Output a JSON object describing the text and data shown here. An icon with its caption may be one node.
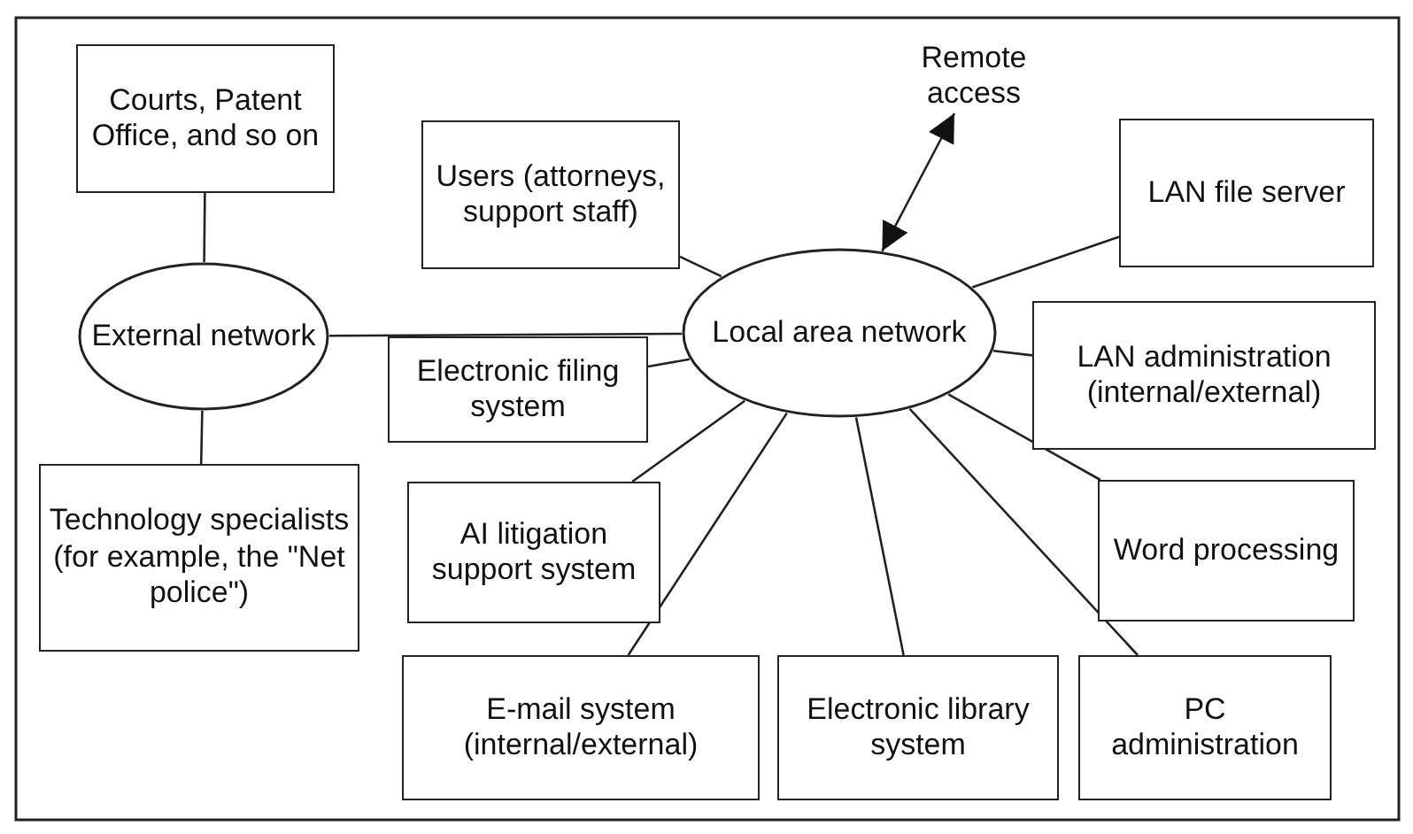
{
  "diagram": {
    "nodes": [
      {
        "text": [
          "Courts, Patent Office, and so on"
        ]
      },
      {
        "text": [
          "Users (attorneys, support staff)"
        ]
      },
      {
        "text": [
          "Remote access"
        ]
      },
      {
        "text": [
          "LAN file server"
        ]
      },
      {
        "text": [
          "External network"
        ]
      },
      {
        "text": [
          "Local area network"
        ]
      },
      {
        "text": [
          "Electronic filing system"
        ]
      },
      {
        "text": [
          "LAN administration (internal/external)"
        ]
      },
      {
        "text": [
          "Technology specialists (for example, the \"Net police\")"
        ]
      },
      {
        "text": [
          "AI litigation support system"
        ]
      },
      {
        "text": [
          "Word processing"
        ]
      },
      {
        "text": [
          "E-mail system (internal/external)"
        ]
      },
      {
        "text": [
          "Electronic library system"
        ]
      },
      {
        "text": [
          "PC administration"
        ]
      }
    ],
    "edges": [
      {
        "from": 0,
        "to": 4,
        "arrow": "none"
      },
      {
        "from": 4,
        "to": 8,
        "arrow": "none"
      },
      {
        "from": 4,
        "to": 5,
        "arrow": "none"
      },
      {
        "from": 1,
        "to": 5,
        "arrow": "none"
      },
      {
        "from": 2,
        "to": 5,
        "arrow": "both"
      },
      {
        "from": 5,
        "to": 3,
        "arrow": "none"
      },
      {
        "from": 6,
        "to": 5,
        "arrow": "none"
      },
      {
        "from": 5,
        "to": 7,
        "arrow": "none"
      },
      {
        "from": 9,
        "to": 5,
        "arrow": "none"
      },
      {
        "from": 5,
        "to": 10,
        "arrow": "none"
      },
      {
        "from": 11,
        "to": 5,
        "arrow": "none"
      },
      {
        "from": 12,
        "to": 5,
        "arrow": "none"
      },
      {
        "from": 13,
        "to": 5,
        "arrow": "none"
      }
    ]
  }
}
